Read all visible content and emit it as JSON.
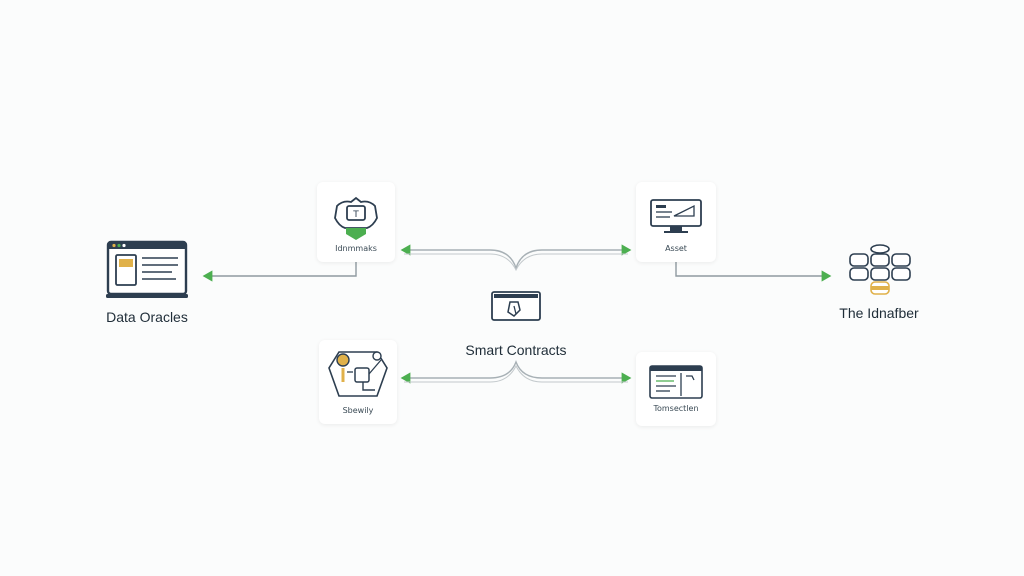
{
  "diagram": {
    "nodes": {
      "data_oracles": {
        "label": "Data Oracles",
        "icon": "browser-window-icon"
      },
      "identity": {
        "label": "Idnmmaks",
        "icon": "shield-badge-icon"
      },
      "smart_contracts": {
        "label": "Smart Contracts",
        "icon": "contract-screen-icon"
      },
      "asset": {
        "label": "Asset",
        "icon": "monitor-icon"
      },
      "ledger": {
        "label": "The Idnafber",
        "icon": "database-stack-icon"
      },
      "security": {
        "label": "Sbewily",
        "icon": "security-network-icon"
      },
      "transaction": {
        "label": "Tomsectlen",
        "icon": "document-window-icon"
      }
    },
    "colors": {
      "accent_green": "#4caf50",
      "icon_navy": "#2d3e50",
      "icon_gold": "#e0b14a",
      "line_gray": "#9aa3a8"
    }
  }
}
